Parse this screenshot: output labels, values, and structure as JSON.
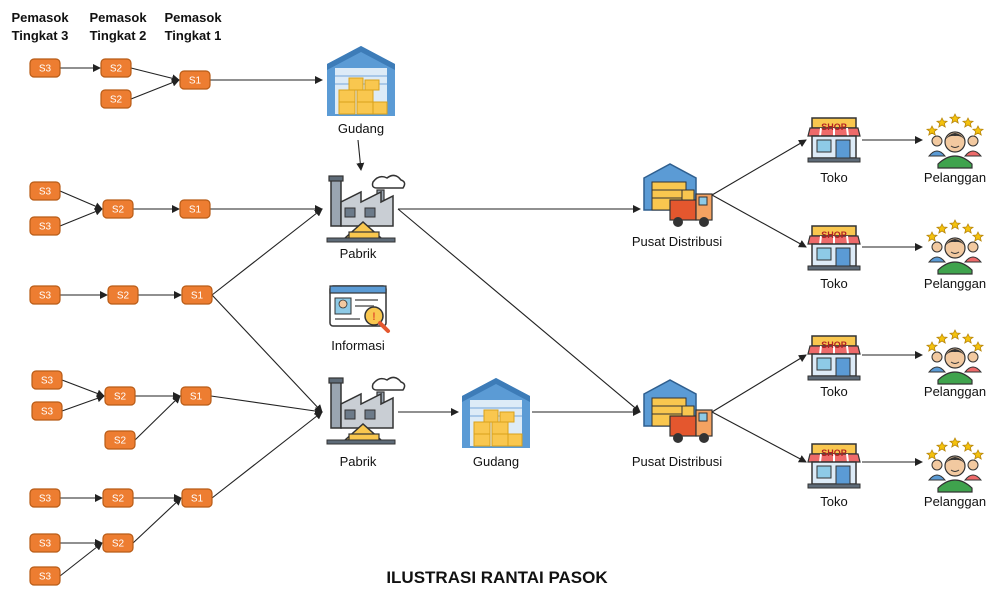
{
  "headers": {
    "tier3": [
      "Pemasok",
      "Tingkat 3"
    ],
    "tier2": [
      "Pemasok",
      "Tingkat 2"
    ],
    "tier1": [
      "Pemasok",
      "Tingkat 1"
    ]
  },
  "supplier_labels": {
    "s3": "S3",
    "s2": "S2",
    "s1": "S1"
  },
  "facility_labels": {
    "warehouse": "Gudang",
    "factory": "Pabrik",
    "information": "Informasi",
    "distribution_center": "Pusat Distribusi",
    "shop": "Toko",
    "customer": "Pelanggan"
  },
  "shop_sign": "SHOP",
  "title": "ILUSTRASI RANTAI PASOK",
  "colors": {
    "supplier_fill": "#ED7D31",
    "supplier_stroke": "#B85C17",
    "warehouse_roof": "#5B9BD5",
    "box": "#F9C74F",
    "customer_shirt": "#3FA34D",
    "star": "#F4C20D",
    "shop_awning": "#EE6A6A",
    "truck": "#E4572E"
  }
}
